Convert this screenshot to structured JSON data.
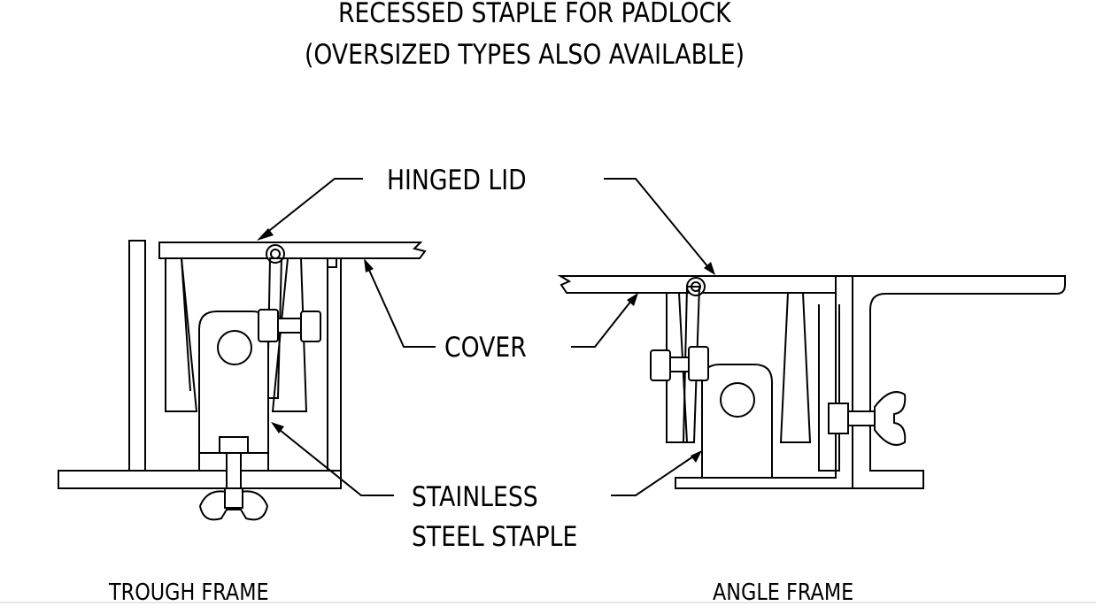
{
  "title": {
    "line1": "RECESSED STAPLE FOR PADLOCK",
    "line2": "(OVERSIZED TYPES ALSO AVAILABLE)"
  },
  "callouts": {
    "hinged_lid": "HINGED LID",
    "cover": "COVER",
    "staple_line1": "STAINLESS",
    "staple_line2": "STEEL STAPLE"
  },
  "captions": {
    "left": "TROUGH FRAME",
    "right": "ANGLE FRAME"
  },
  "colors": {
    "line": "#000000",
    "background": "#ffffff"
  }
}
